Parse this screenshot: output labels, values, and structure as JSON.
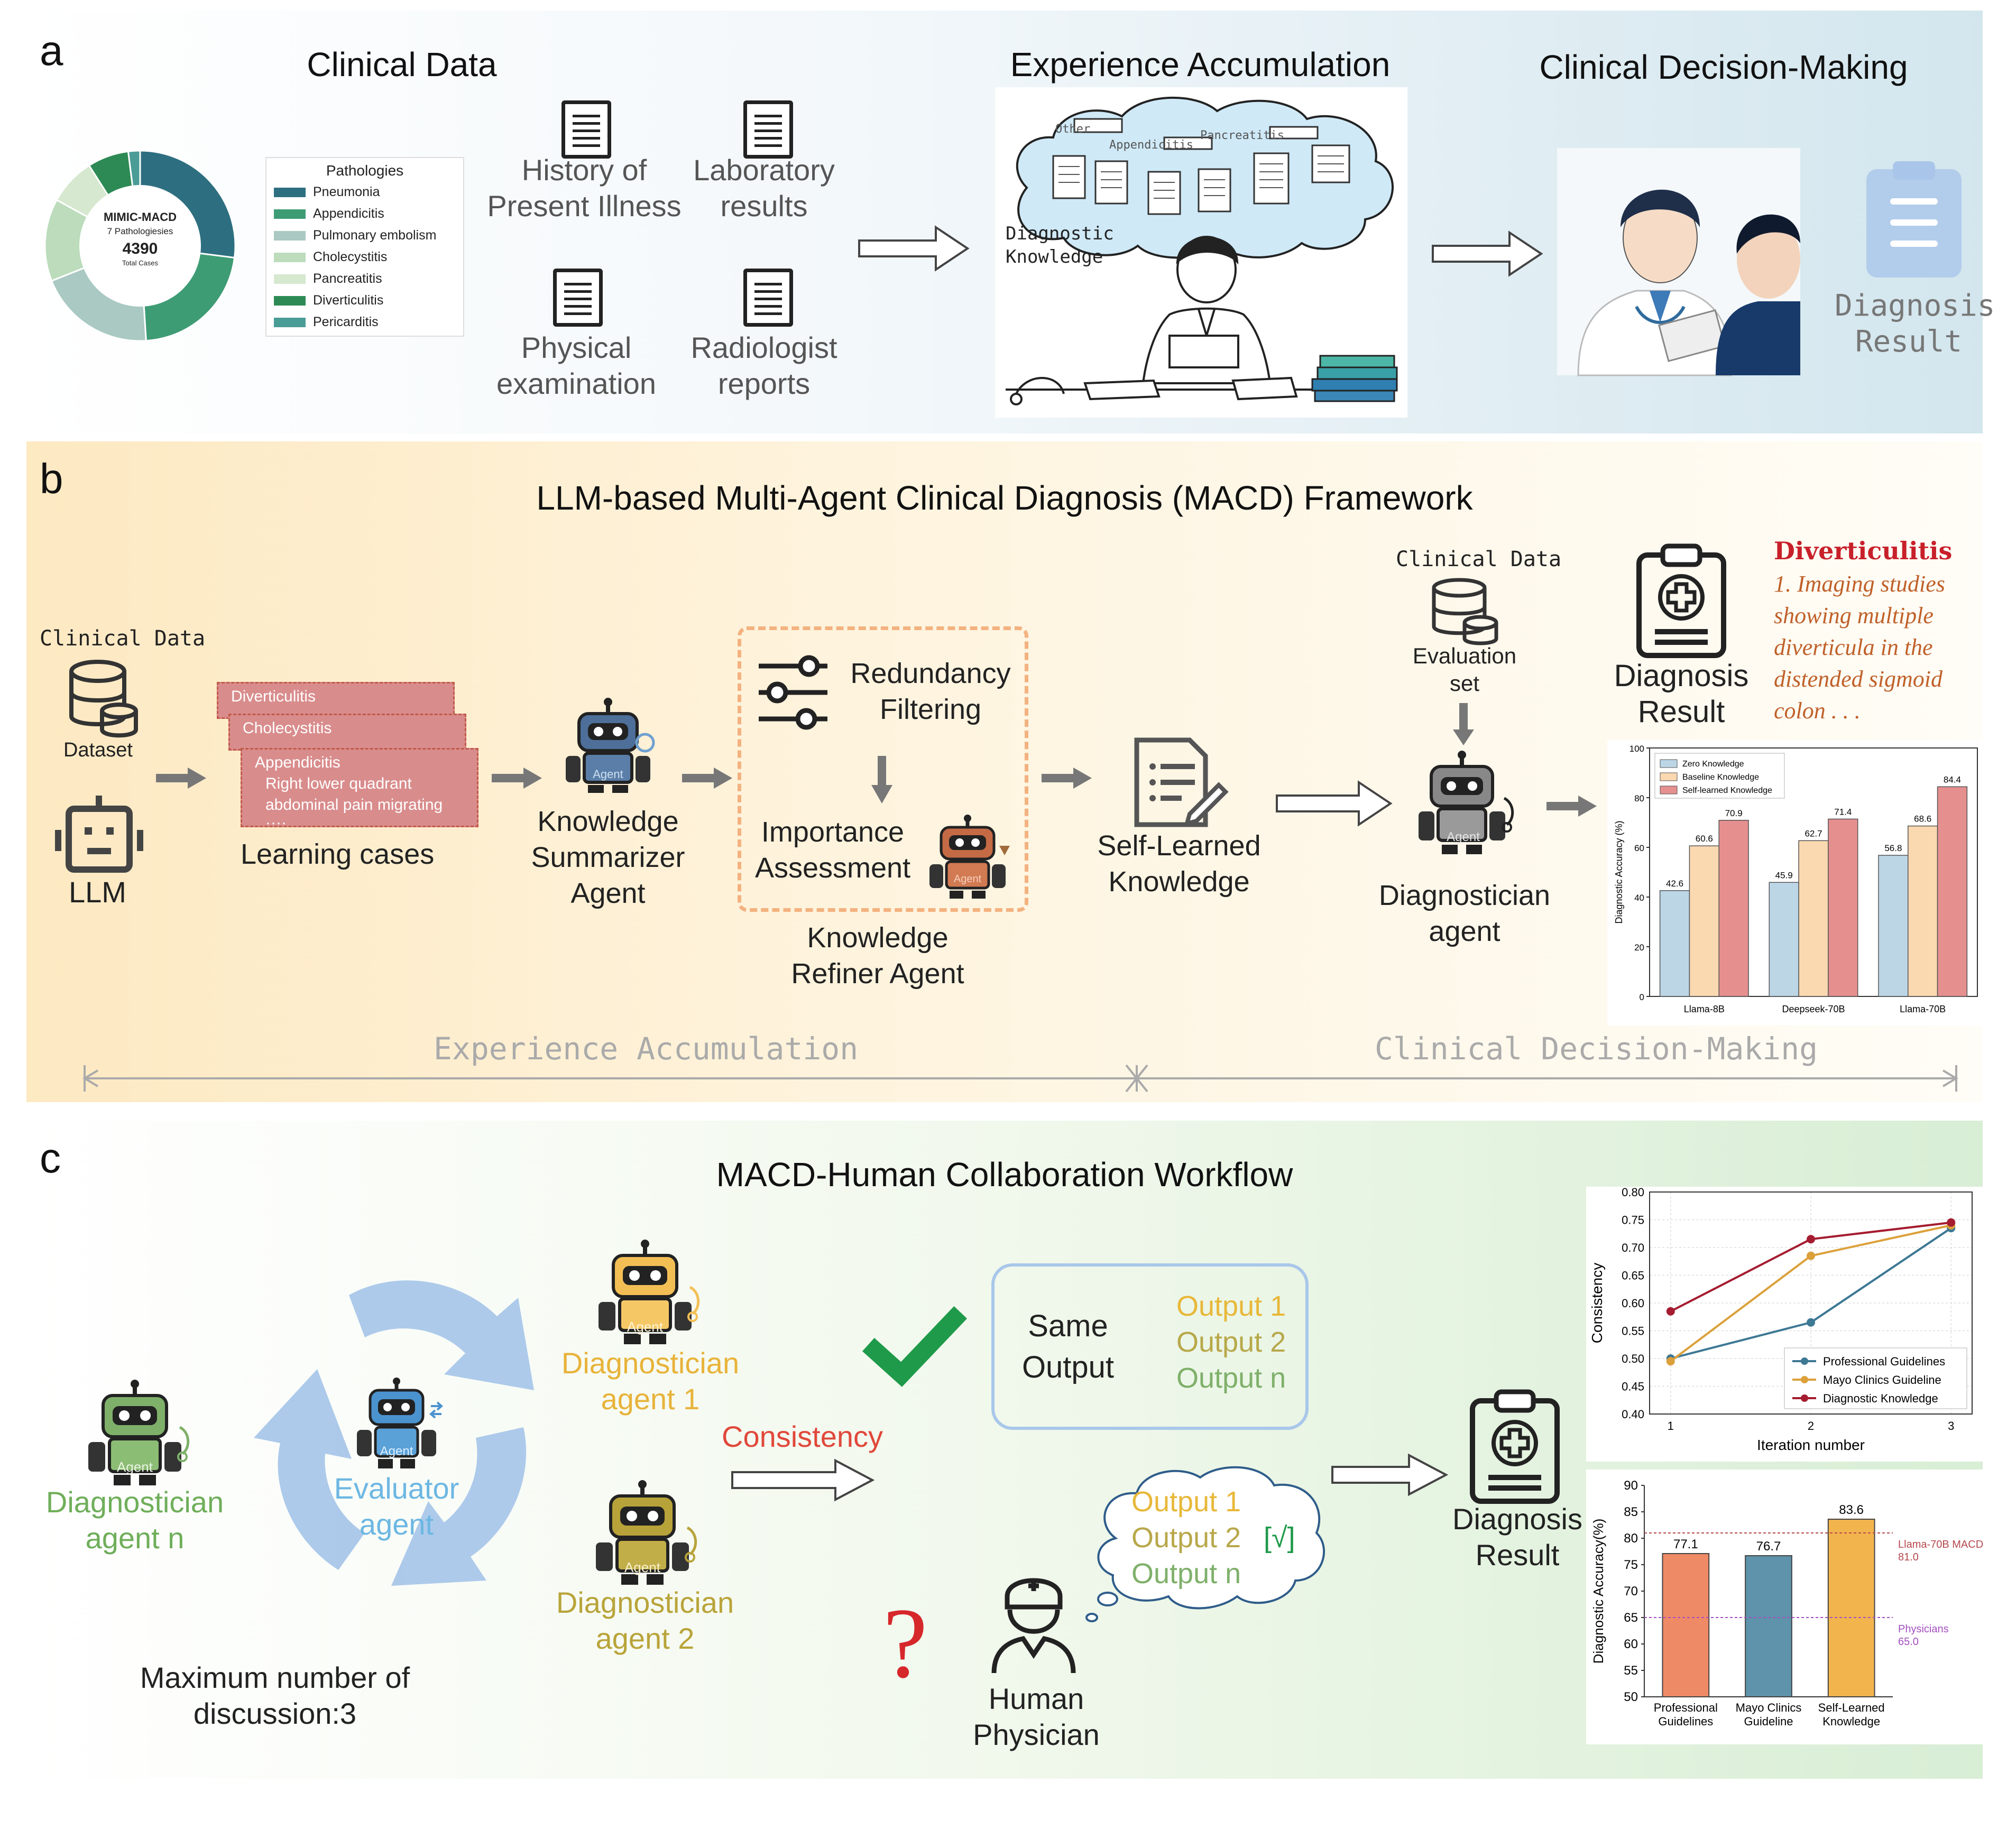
{
  "panel_a": {
    "label": "a",
    "clinical_data_title": "Clinical Data",
    "donut": {
      "title": "MIMIC-MACD",
      "subtitle": "7 Pathologiesies",
      "total": "4390",
      "total_label": "Total Cases"
    },
    "legend": {
      "title": "Pathologies",
      "items": [
        {
          "label": "Pneumonia",
          "color": "#2d6f80"
        },
        {
          "label": "Appendicitis",
          "color": "#3e9c75"
        },
        {
          "label": "Pulmonary embolism",
          "color": "#a9c9c2"
        },
        {
          "label": "Cholecystitis",
          "color": "#bcdcbc"
        },
        {
          "label": "Pancreatitis",
          "color": "#d6e8cf"
        },
        {
          "label": "Diverticulitis",
          "color": "#2e8a55"
        },
        {
          "label": "Pericarditis",
          "color": "#4a9c96"
        }
      ]
    },
    "docs": [
      "History of\nPresent Illness",
      "Laboratory\nresults",
      "Physical\nexamination",
      "Radiologist\nreports"
    ],
    "experience_title": "Experience Accumulation",
    "cloud_words": [
      "Other",
      "Appendicitis",
      "Pancreatitis"
    ],
    "diagnostic_knowledge": "Diagnostic\nKnowledge",
    "decision_title": "Clinical Decision-Making",
    "diagnosis_result": "Diagnosis\nResult"
  },
  "panel_b": {
    "label": "b",
    "title": "LLM-based Multi-Agent Clinical Diagnosis (MACD) Framework",
    "clinical_data": "Clinical Data",
    "dataset": "Dataset",
    "llm": "LLM",
    "cards": [
      "Diverticulitis",
      "Cholecystitis",
      "Appendicitis"
    ],
    "card_detail_1": "Right lower quadrant",
    "card_detail_2": "abdominal pain migrating ····",
    "learning_cases": "Learning cases",
    "agent_tag": "Agent",
    "summarizer": "Knowledge\nSummarizer\nAgent",
    "redundancy": "Redundancy\nFiltering",
    "importance": "Importance\nAssessment",
    "refiner": "Knowledge\nRefiner Agent",
    "self_learned": "Self-Learned\nKnowledge",
    "clinical_data_2": "Clinical Data",
    "evaluation_set": "Evaluation\nset",
    "diagnostician": "Diagnostician\nagent",
    "diagnosis_result": "Diagnosis\nResult",
    "case_title": "Diverticulitis",
    "case_text": "1. Imaging studies\nshowing multiple\ndiverticula in the\ndistended sigmoid\ncolon . . .",
    "timeline_left": "Experience Accumulation",
    "timeline_right": "Clinical Decision-Making"
  },
  "panel_c": {
    "label": "c",
    "title": "MACD-Human Collaboration Workflow",
    "agent_n": "Diagnostician\nagent n",
    "evaluator": "Evaluator\nagent",
    "agent_1": "Diagnostician\nagent 1",
    "agent_2": "Diagnostician\nagent 2",
    "agent_tag": "Agent",
    "max_discussion": "Maximum number of\ndiscussion:3",
    "consistency": "Consistency",
    "same_output": "Same\nOutput",
    "outputs": [
      "Output 1",
      "Output 2",
      "Output n"
    ],
    "thought_outputs": [
      "Output 1",
      "Output 2",
      "Output n"
    ],
    "check_mark_text": "[√]",
    "question": "?",
    "human": "Human\nPhysician",
    "diagnosis_result": "Diagnosis\nResult"
  },
  "chart_data": [
    {
      "type": "bar",
      "categories": [
        "Llama-8B",
        "Deepseek-70B",
        "Llama-70B"
      ],
      "series": [
        {
          "name": "Zero Knowledge",
          "values": [
            42.6,
            45.9,
            56.8
          ],
          "color": "#bcd6e6"
        },
        {
          "name": "Baseline Knowledge",
          "values": [
            60.6,
            62.7,
            68.6
          ],
          "color": "#fad8b0"
        },
        {
          "name": "Self-learned Knowledge",
          "values": [
            70.9,
            71.4,
            84.4
          ],
          "color": "#e58f8f"
        }
      ],
      "ylabel": "Diagnostic Accuracy (%)",
      "ylim": [
        0,
        100
      ],
      "yticks": [
        0,
        20,
        40,
        60,
        80,
        100
      ],
      "legend": "top-left"
    },
    {
      "type": "line",
      "x": [
        1,
        2,
        3
      ],
      "series": [
        {
          "name": "Professional Guidelines",
          "values": [
            0.5,
            0.565,
            0.735
          ],
          "color": "#3d7894"
        },
        {
          "name": "Mayo Clinics Guideline",
          "values": [
            0.495,
            0.685,
            0.74
          ],
          "color": "#dca03a"
        },
        {
          "name": "Diagnostic Knowledge",
          "values": [
            0.585,
            0.715,
            0.745
          ],
          "color": "#a51c30"
        }
      ],
      "xlabel": "Iteration number",
      "ylabel": "Consistency",
      "ylim": [
        0.4,
        0.8
      ],
      "yticks": [
        "0.40",
        "0.45",
        "0.50",
        "0.55",
        "0.60",
        "0.65",
        "0.70",
        "0.75",
        "0.80"
      ],
      "xticks": [
        "1",
        "2",
        "3"
      ],
      "grid": true,
      "legend": "bottom-right"
    },
    {
      "type": "bar",
      "categories": [
        "Professional\nGuidelines",
        "Mayo Clinics\nGuideline",
        "Self-Learned\nKnowledge"
      ],
      "values": [
        77.1,
        76.7,
        83.6
      ],
      "colors": [
        "#ef8a66",
        "#5e93ab",
        "#f2b44d"
      ],
      "ylabel": "Diagnostic Accuracy(%)",
      "ylim": [
        50,
        90
      ],
      "yticks": [
        50,
        55,
        60,
        65,
        70,
        75,
        80,
        85,
        90
      ],
      "reference_lines": [
        {
          "label": "Llama-70B MACD",
          "value": 81.0,
          "value_label": "81.0",
          "color": "#b5484d"
        },
        {
          "label": "Physicians",
          "value": 65.0,
          "value_label": "65.0",
          "color": "#a24fbf"
        }
      ]
    }
  ]
}
